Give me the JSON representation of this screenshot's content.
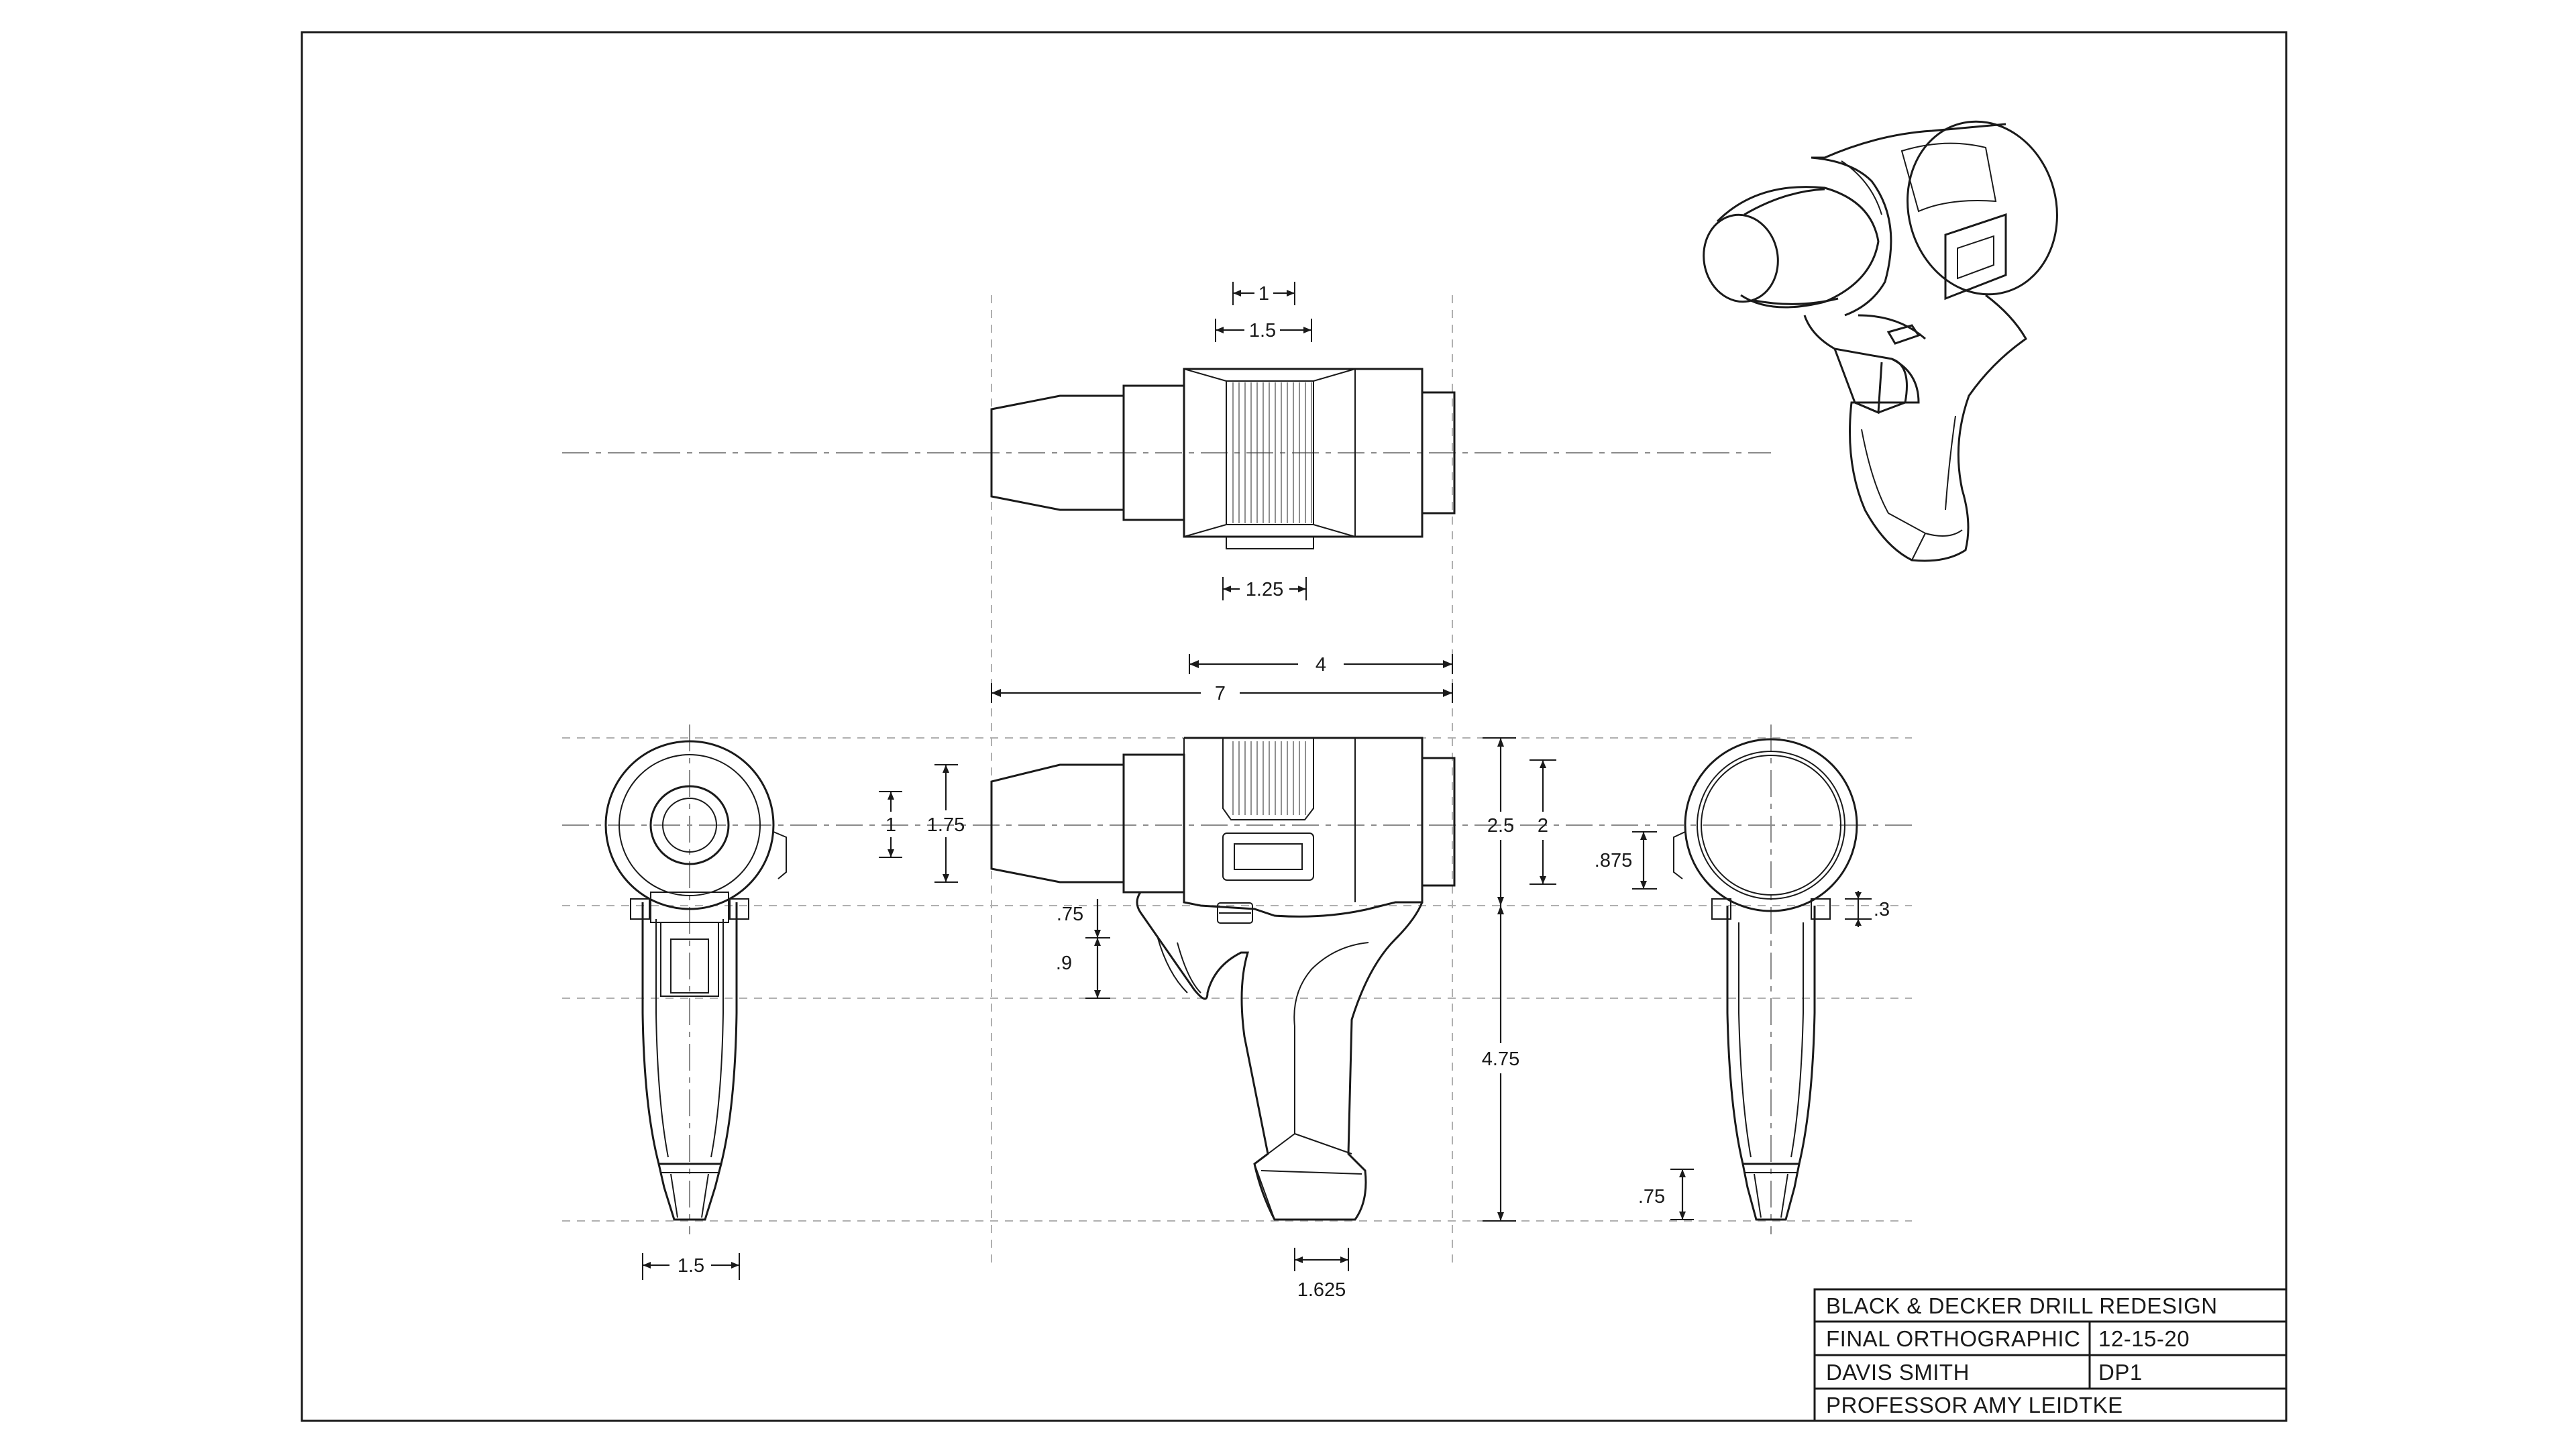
{
  "title_block": {
    "project": "BLACK & DECKER DRILL REDESIGN",
    "sheet_name": "FINAL ORTHOGRAPHIC",
    "date": "12-15-20",
    "author": "DAVIS SMITH",
    "sheet_number": "DP1",
    "instructor": "PROFESSOR AMY LEIDTKE"
  },
  "dimensions": {
    "top_view": {
      "chuck_width": "1",
      "grip_band_width": "1.5",
      "bottom_tab": "1.25"
    },
    "overall": {
      "upper_length": "4",
      "total_length": "7"
    },
    "side_view": {
      "nose_dia": "1",
      "chuck_dia": "1.75",
      "trigger_offset": ".75",
      "trigger_height": ".9",
      "body_height": "2.5",
      "body_top": "2",
      "handle_height": "4.75",
      "base_width": "1.625"
    },
    "front_view": {
      "handle_width": "1.5"
    },
    "rear_view": {
      "clip_offset": ".875",
      "button_height": ".3",
      "base_cap": ".75"
    }
  }
}
